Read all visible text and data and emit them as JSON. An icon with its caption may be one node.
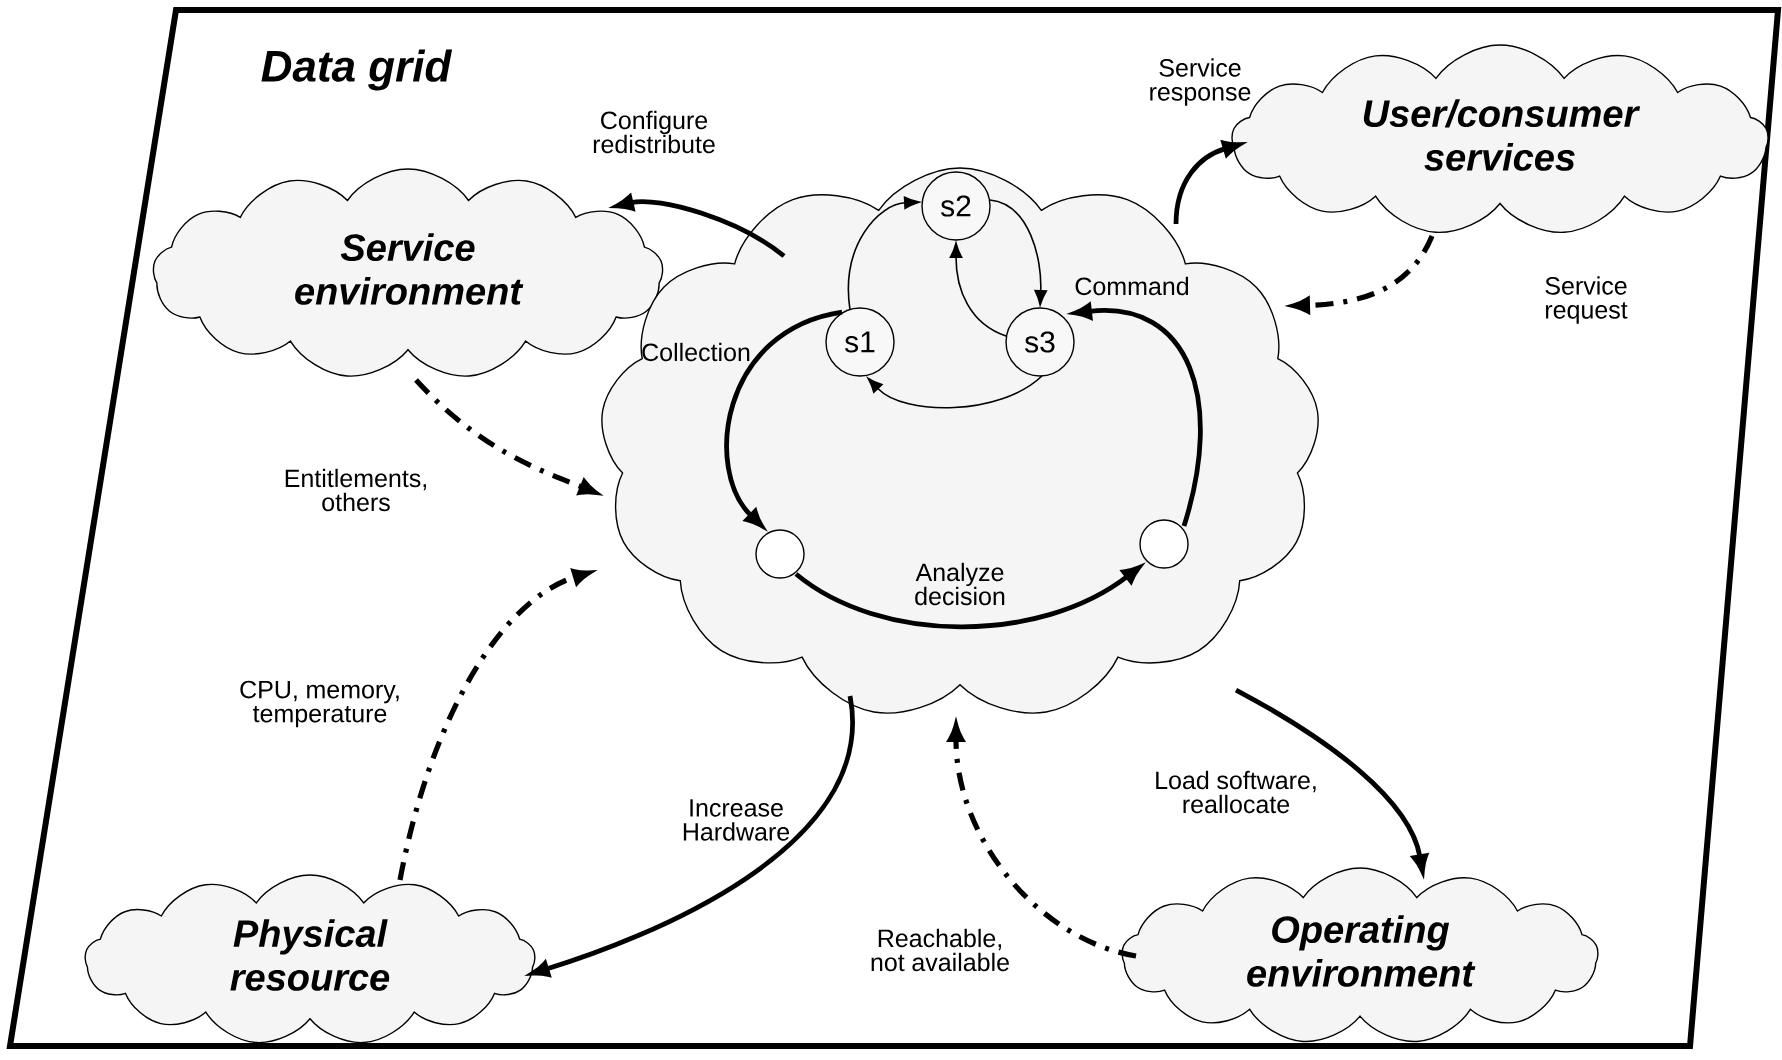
{
  "diagram": {
    "nodes": [
      {
        "text": [
          "Data grid"
        ]
      },
      {
        "text": [
          "Service environment"
        ],
        "in": 0
      },
      {
        "text": [
          "User/consumer services"
        ],
        "in": 0
      },
      {
        "text": [],
        "shape": "cloud",
        "in": 0
      },
      {
        "text": [
          "s1"
        ],
        "in": 3
      },
      {
        "text": [
          "s2"
        ],
        "in": 3
      },
      {
        "text": [
          "s3"
        ],
        "in": 3
      },
      {
        "text": [],
        "shape": "circle",
        "in": 3
      },
      {
        "text": [],
        "shape": "circle",
        "in": 3
      },
      {
        "text": [
          "Physical resource"
        ],
        "in": 0
      },
      {
        "text": [
          "Operating environment"
        ],
        "in": 0
      }
    ],
    "edges": [
      {
        "from": 3,
        "to": 1,
        "arrow": "to",
        "label": "Configure redistribute"
      },
      {
        "from": 1,
        "to": 3,
        "arrow": "to",
        "style": "dashed",
        "label": "Entitlements, others"
      },
      {
        "from": 3,
        "to": 2,
        "arrow": "to",
        "label": "Service response"
      },
      {
        "from": 2,
        "to": 3,
        "arrow": "to",
        "style": "dashed",
        "label": "Service request"
      },
      {
        "from": 4,
        "to": 7,
        "arrow": "to",
        "label": "Collection"
      },
      {
        "from": 7,
        "to": 8,
        "arrow": "to",
        "label": "Analyze decision"
      },
      {
        "from": 8,
        "to": 6,
        "arrow": "to",
        "label": "Command"
      },
      {
        "from": 4,
        "to": 5,
        "arrow": "to"
      },
      {
        "from": 5,
        "to": 6,
        "arrow": "to"
      },
      {
        "from": 6,
        "to": 5,
        "arrow": "to"
      },
      {
        "from": 6,
        "to": 4,
        "arrow": "to"
      },
      {
        "from": 3,
        "to": 9,
        "arrow": "to",
        "label": "Increase Hardware"
      },
      {
        "from": 9,
        "to": 3,
        "arrow": "to",
        "style": "dashed",
        "label": "CPU, memory, temperature"
      },
      {
        "from": 3,
        "to": 10,
        "arrow": "to",
        "label": "Load software, reallocate"
      },
      {
        "from": 10,
        "to": 3,
        "arrow": "to",
        "style": "dashed",
        "label": "Reachable, not available"
      }
    ]
  }
}
